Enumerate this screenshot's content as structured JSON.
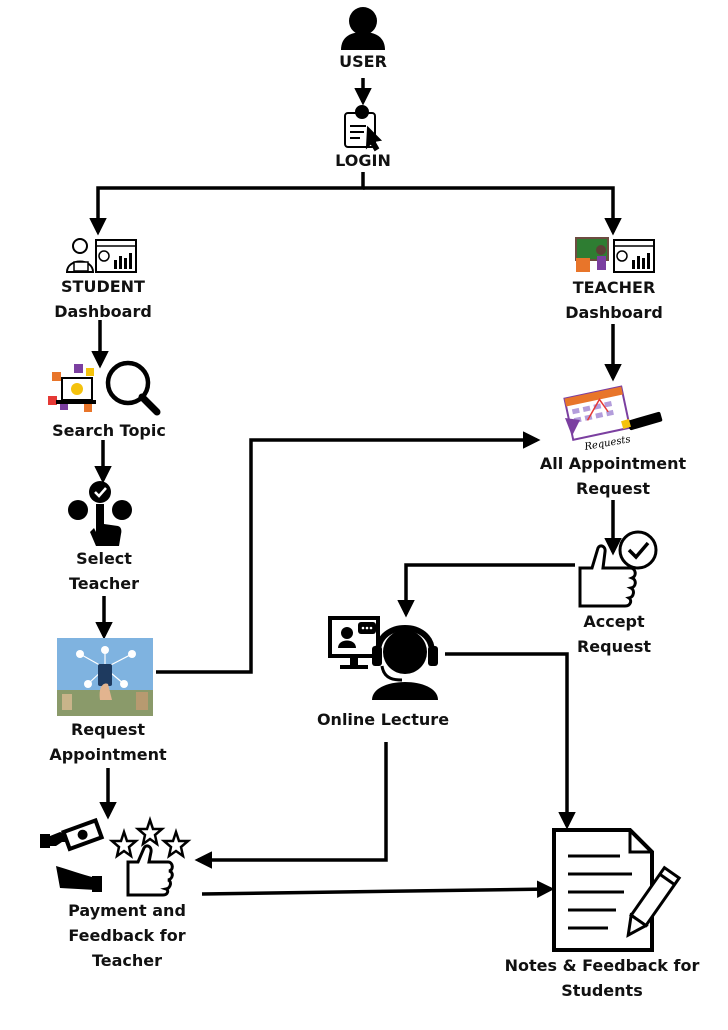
{
  "nodes": {
    "user": {
      "label": "USER"
    },
    "login": {
      "label": "LOGIN"
    },
    "student_dashboard": {
      "line1": "STUDENT",
      "line2": "Dashboard"
    },
    "teacher_dashboard": {
      "line1": "TEACHER",
      "line2": "Dashboard"
    },
    "search_topic": {
      "label": "Search Topic"
    },
    "select_teacher": {
      "line1": "Select",
      "line2": "Teacher"
    },
    "request_appointment": {
      "line1": "Request",
      "line2": "Appointment"
    },
    "all_appointment_request": {
      "line1": "All Appointment",
      "line2": "Request",
      "icon_text": "Requests"
    },
    "accept_request": {
      "line1": "Accept",
      "line2": "Request"
    },
    "online_lecture": {
      "label": "Online Lecture"
    },
    "payment_feedback": {
      "line1": "Payment and",
      "line2": "Feedback for",
      "line3": "Teacher"
    },
    "notes_feedback": {
      "line1": "Notes & Feedback  for",
      "line2": "Students"
    }
  },
  "colors": {
    "line": "#000000",
    "accent_orange": "#e8752a",
    "accent_purple": "#7b3fa0",
    "accent_yellow": "#f4c20d",
    "board_green": "#2e7d32"
  }
}
